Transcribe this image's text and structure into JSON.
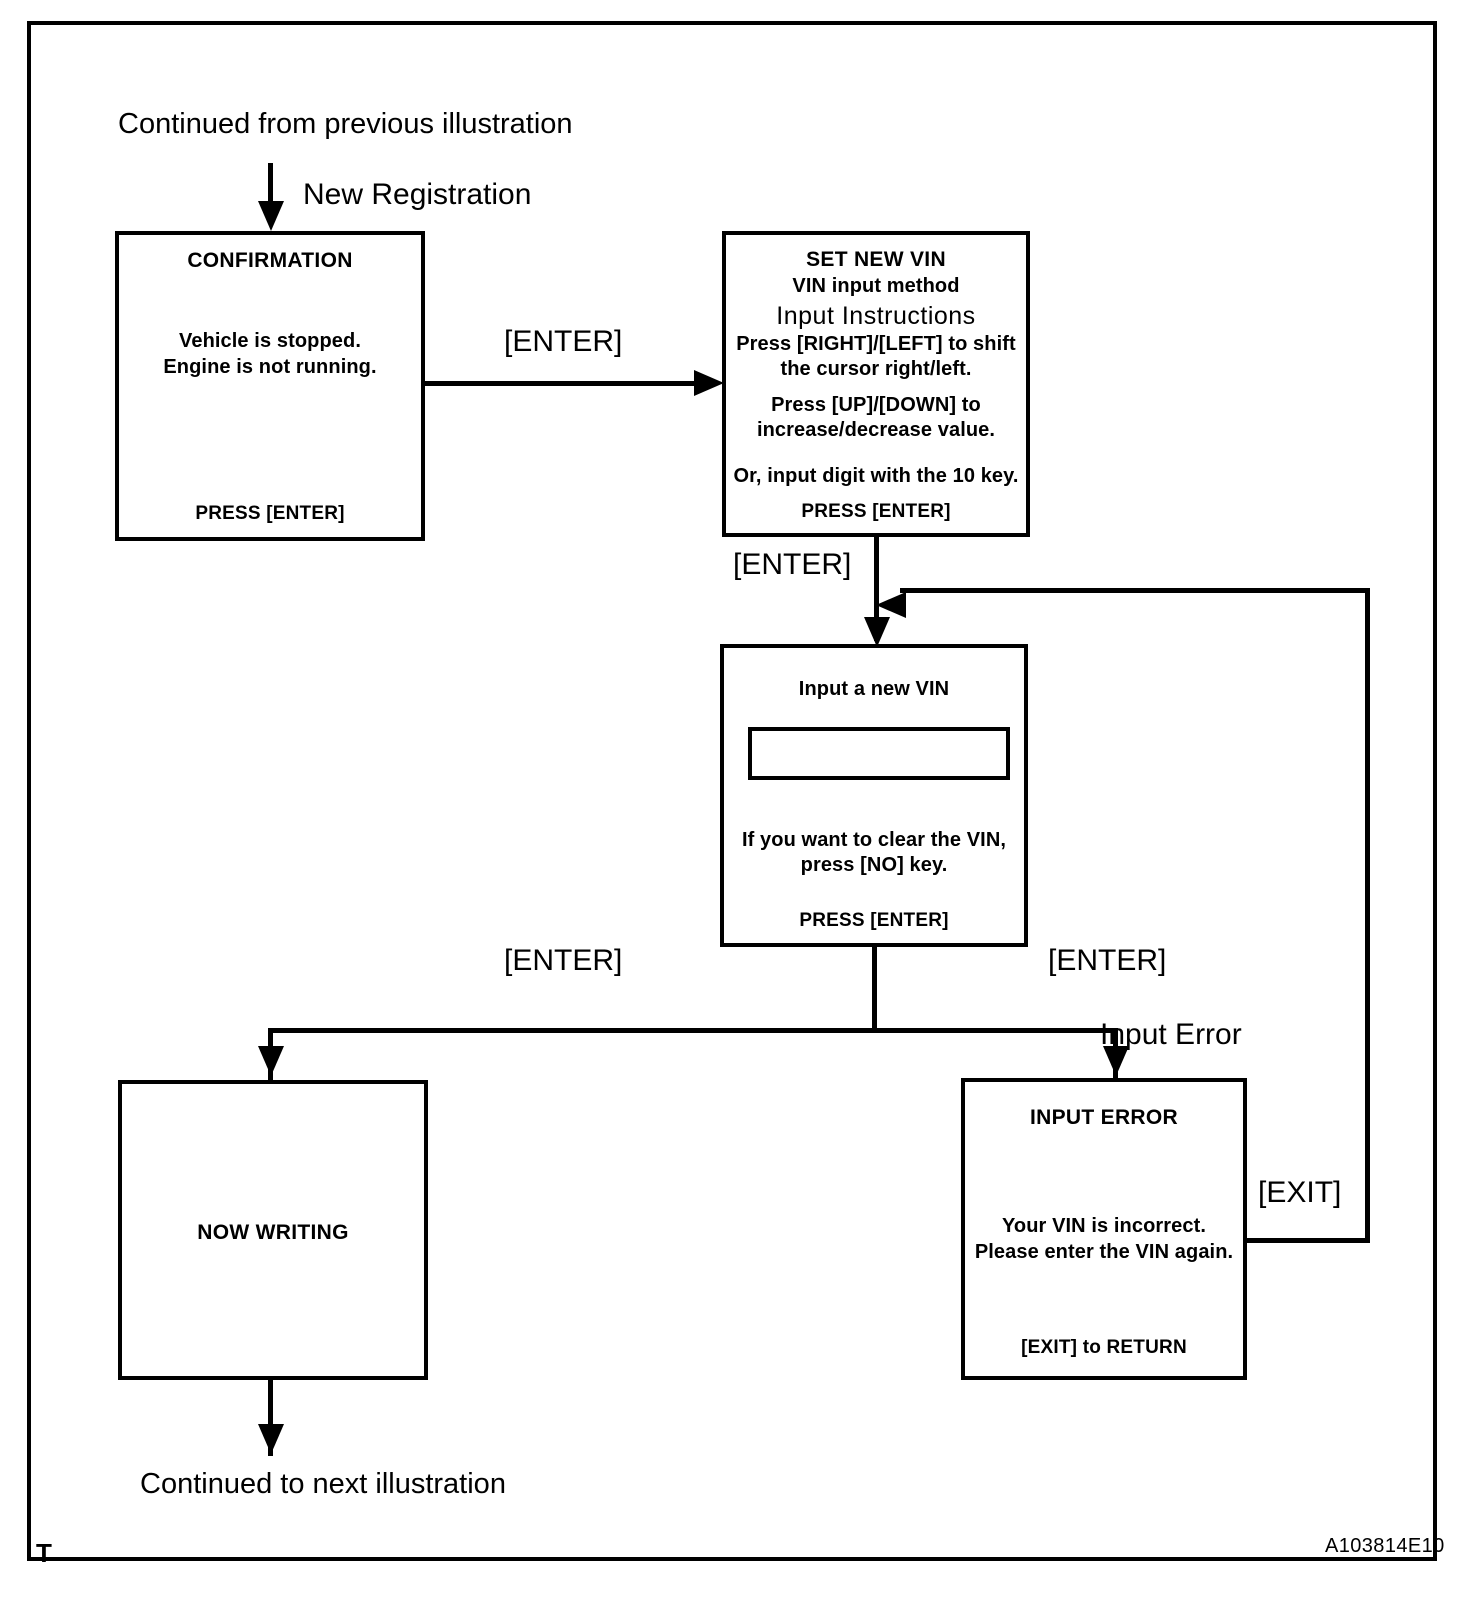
{
  "figure": {
    "code": "A103814E10",
    "corner_mark": "T",
    "entry_note": "Continued from previous illustration",
    "exit_note": "Continued to next illustration"
  },
  "edges": {
    "new_registration": "New Registration",
    "enter_1": "[ENTER]",
    "enter_2": "[ENTER]",
    "enter_left": "[ENTER]",
    "enter_right": "[ENTER]",
    "input_error": "Input Error",
    "exit": "[EXIT]"
  },
  "nodes": {
    "confirmation": {
      "title": "CONFIRMATION",
      "body": [
        "Vehicle is stopped.",
        "Engine is not running."
      ],
      "footer": "PRESS [ENTER]"
    },
    "set_new_vin": {
      "title": "SET NEW VIN",
      "subtitle": "VIN input method",
      "heading": "Input Instructions",
      "body": [
        "Press [RIGHT]/[LEFT] to shift",
        "the cursor right/left.",
        "Press [UP]/[DOWN]  to",
        "increase/decrease value."
      ],
      "body2": "Or, input digit with the 10 key.",
      "footer": "PRESS [ENTER]"
    },
    "input_new_vin": {
      "title": "Input a new VIN",
      "field_value": "",
      "body": [
        "If you want to clear the VIN,",
        "press [NO] key."
      ],
      "footer": "PRESS [ENTER]"
    },
    "now_writing": {
      "title": "NOW WRITING"
    },
    "input_error": {
      "title": "INPUT  ERROR",
      "body": [
        "Your VIN is incorrect.",
        "Please enter the VIN again."
      ],
      "footer": "[EXIT] to RETURN"
    }
  }
}
